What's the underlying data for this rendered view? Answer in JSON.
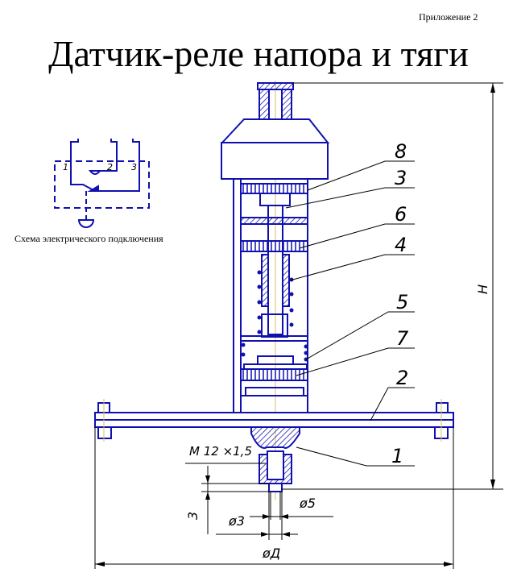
{
  "appendix_label": "Приложение 2",
  "title": "Датчик-реле напора и тяги",
  "schematic": {
    "caption": "Схема электрического подключения",
    "terminals": [
      "1",
      "2",
      "3"
    ]
  },
  "part_labels": [
    "8",
    "3",
    "6",
    "4",
    "5",
    "7",
    "2",
    "1"
  ],
  "dimensions": {
    "height": "H",
    "thread": "M 12 ×1,5",
    "nozzle_length": "3",
    "outer_diameter": "ø5",
    "inner_diameter": "ø3",
    "base_diameter": "øД"
  },
  "colors": {
    "drawing": "#1010b0",
    "dim": "#000000",
    "axis": "#d8c060"
  }
}
